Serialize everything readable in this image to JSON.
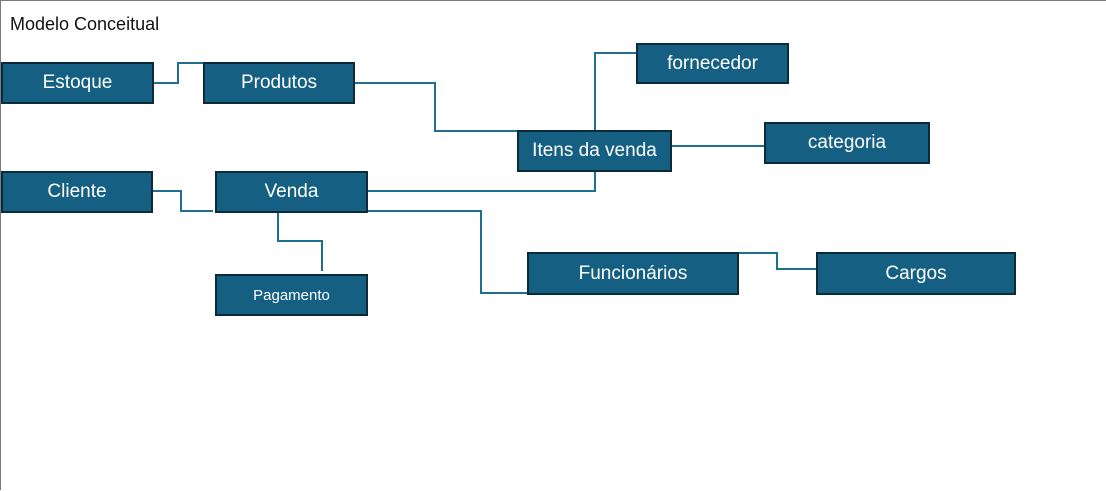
{
  "diagram": {
    "title": "Modelo Conceitual",
    "colors": {
      "box_fill": "#155f82",
      "box_border": "#0b2a3a",
      "connector": "#1f6f8f",
      "text": "#ffffff"
    },
    "entities": {
      "estoque": "Estoque",
      "produtos": "Produtos",
      "fornecedor": "fornecedor",
      "itens_da_venda": "Itens da venda",
      "categoria": "categoria",
      "cliente": "Cliente",
      "venda": "Venda",
      "pagamento": "Pagamento",
      "funcionarios": "Funcionários",
      "cargos": "Cargos"
    }
  }
}
